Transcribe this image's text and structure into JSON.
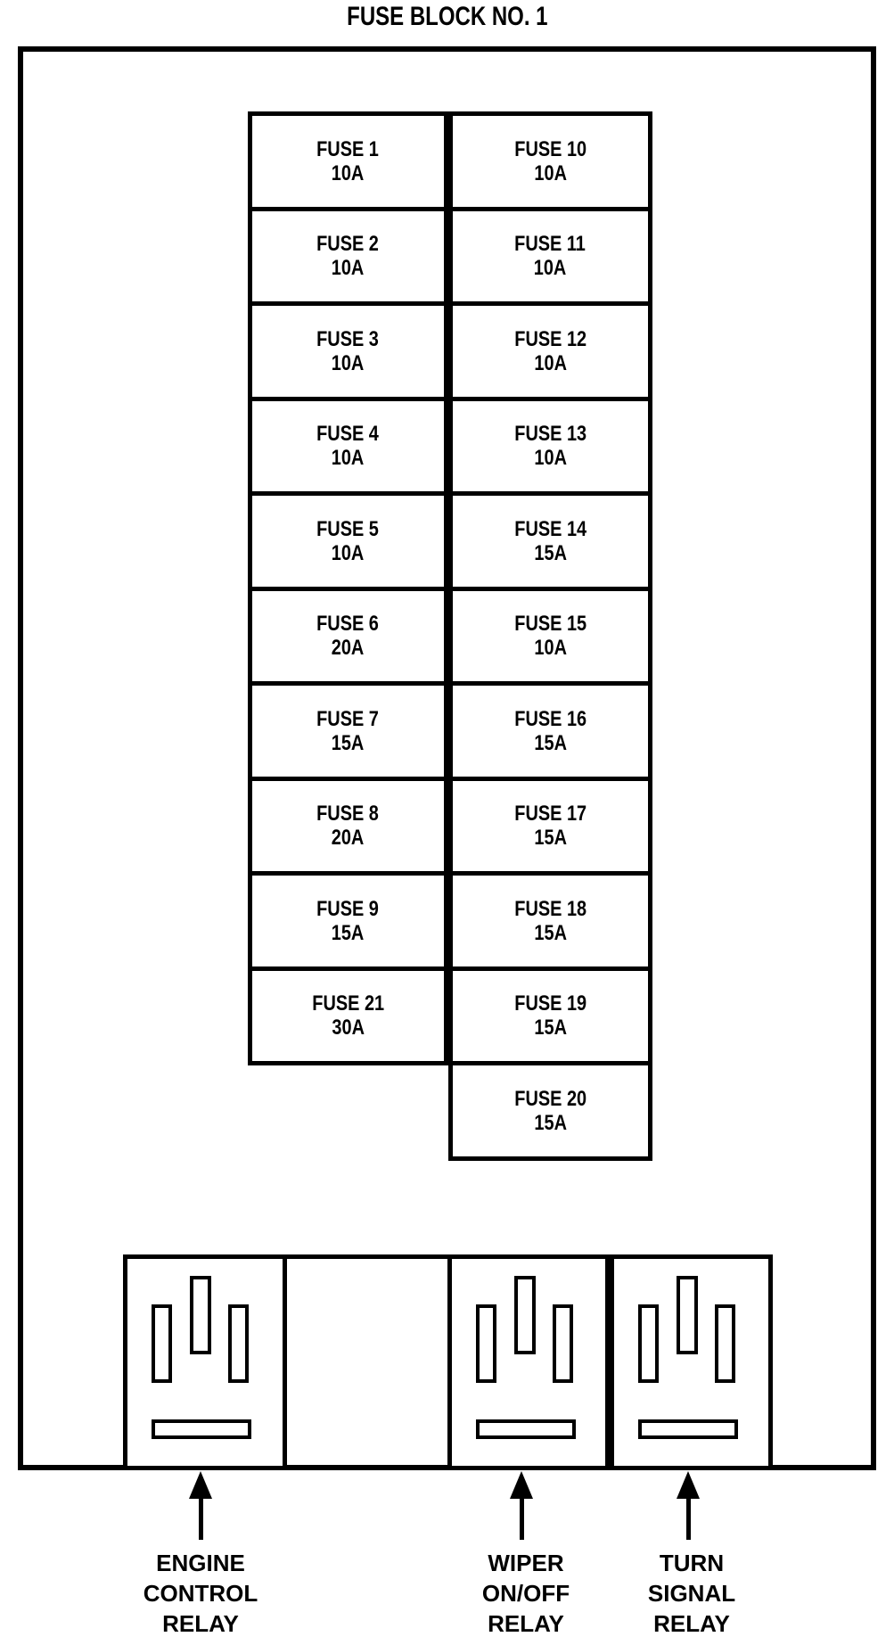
{
  "title": "FUSE BLOCK NO. 1",
  "grid": {
    "left_column": [
      {
        "name": "FUSE 1",
        "amp": "10A"
      },
      {
        "name": "FUSE 2",
        "amp": "10A"
      },
      {
        "name": "FUSE 3",
        "amp": "10A"
      },
      {
        "name": "FUSE 4",
        "amp": "10A"
      },
      {
        "name": "FUSE 5",
        "amp": "10A"
      },
      {
        "name": "FUSE 6",
        "amp": "20A"
      },
      {
        "name": "FUSE 7",
        "amp": "15A"
      },
      {
        "name": "FUSE 8",
        "amp": "20A"
      },
      {
        "name": "FUSE 9",
        "amp": "15A"
      },
      {
        "name": "FUSE 21",
        "amp": "30A"
      }
    ],
    "right_column": [
      {
        "name": "FUSE 10",
        "amp": "10A"
      },
      {
        "name": "FUSE 11",
        "amp": "10A"
      },
      {
        "name": "FUSE 12",
        "amp": "10A"
      },
      {
        "name": "FUSE 13",
        "amp": "10A"
      },
      {
        "name": "FUSE 14",
        "amp": "15A"
      },
      {
        "name": "FUSE 15",
        "amp": "10A"
      },
      {
        "name": "FUSE 16",
        "amp": "15A"
      },
      {
        "name": "FUSE 17",
        "amp": "15A"
      },
      {
        "name": "FUSE 18",
        "amp": "15A"
      },
      {
        "name": "FUSE 19",
        "amp": "15A"
      },
      {
        "name": "FUSE 20",
        "amp": "15A"
      }
    ]
  },
  "relays": [
    {
      "line1": "ENGINE",
      "line2": "CONTROL",
      "line3": "RELAY"
    },
    {
      "line1": "WIPER",
      "line2": "ON/OFF",
      "line3": "RELAY"
    },
    {
      "line1": "TURN",
      "line2": "SIGNAL",
      "line3": "RELAY"
    }
  ],
  "colors": {
    "line": "#000000",
    "background": "#ffffff"
  }
}
